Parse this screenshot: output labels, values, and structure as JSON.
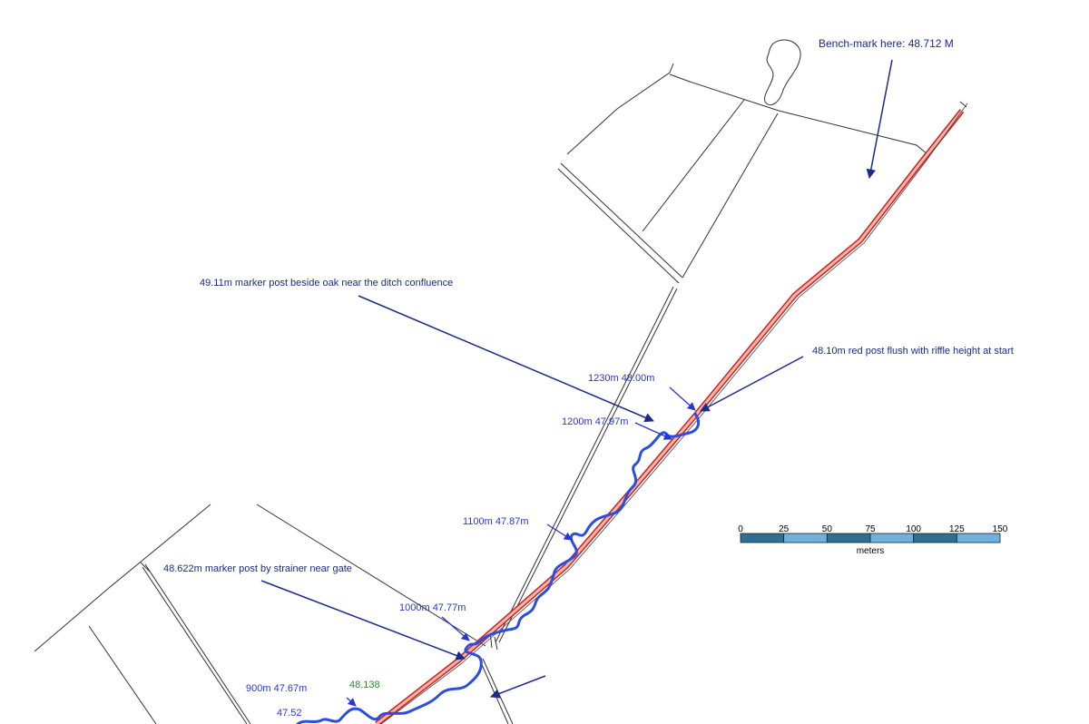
{
  "annotations": {
    "benchmark": "Bench-mark here: 48.712 M",
    "oak_marker": "49.11m marker post beside oak near the ditch confluence",
    "red_post": "48.10m red post flush with riffle height at start",
    "strainer_marker": "48.622m marker post by strainer near gate"
  },
  "chainage_labels": [
    {
      "text": "1230m 48.00m"
    },
    {
      "text": "1200m 47.97m"
    },
    {
      "text": "1100m 47.87m"
    },
    {
      "text": "1000m 47.77m"
    },
    {
      "text": "900m 47.67m"
    },
    {
      "text": "47.52"
    }
  ],
  "spot_height": "48.138",
  "scale_bar": {
    "ticks": [
      "0",
      "25",
      "50",
      "75",
      "100",
      "125",
      "150"
    ],
    "unit": "meters",
    "colors": [
      "#2f6f92",
      "#6fb0dd"
    ]
  },
  "colors": {
    "river": "#2a4fe0",
    "channel_fill": "#f2b7a8",
    "channel_stroke": "#d02020",
    "navy_arrow": "#1c2a8c",
    "blue_arrow": "#2a35d4"
  }
}
